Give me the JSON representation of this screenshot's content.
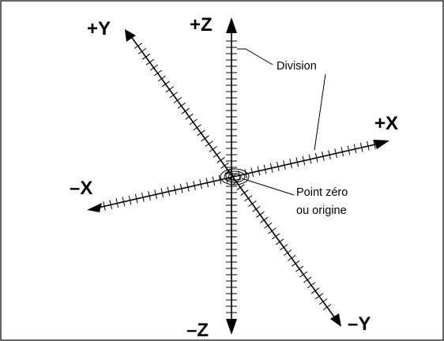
{
  "axes": {
    "pos_x": "+X",
    "neg_x": "–X",
    "pos_y": "+Y",
    "neg_y": "–Y",
    "pos_z": "+Z",
    "neg_z": "–Z"
  },
  "annotations": {
    "division": "Division",
    "origin_line1": "Point zéro",
    "origin_line2": "ou origine"
  }
}
